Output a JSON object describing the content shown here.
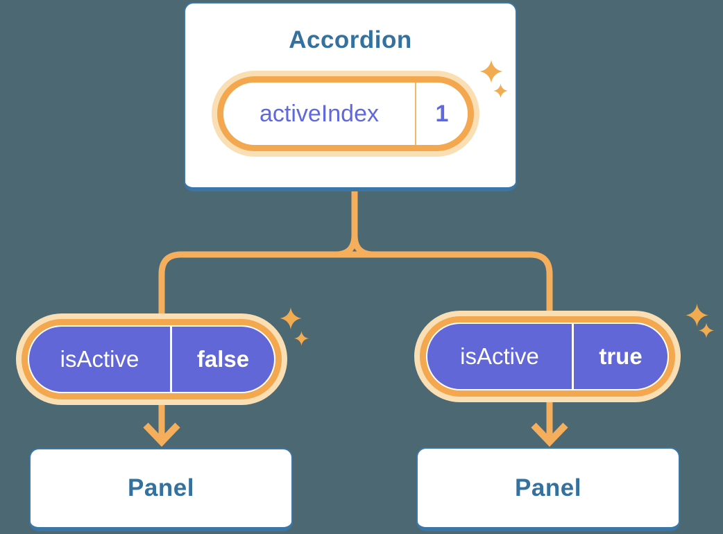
{
  "colors": {
    "background": "#4c6872",
    "card_bg": "#ffffff",
    "card_border": "#3b76a7",
    "heading_text": "#34719e",
    "ring_orange": "#f3a74f",
    "ring_glow": "#fbdfb4",
    "connector": "#f5ae5c",
    "sparkle": "#f1ab50",
    "pill_purple": "#6267d8",
    "purple_text": "#6068dd",
    "divider_orange": "#f6b468",
    "white_text": "#ffffff"
  },
  "icons": {
    "sparkle": "four-point-star"
  },
  "diagram": {
    "root": {
      "title": "Accordion",
      "state": {
        "name": "activeIndex",
        "value": "1"
      }
    },
    "children": [
      {
        "prop": {
          "name": "isActive",
          "value": "false"
        },
        "panel": "Panel"
      },
      {
        "prop": {
          "name": "isActive",
          "value": "true"
        },
        "panel": "Panel"
      }
    ]
  }
}
